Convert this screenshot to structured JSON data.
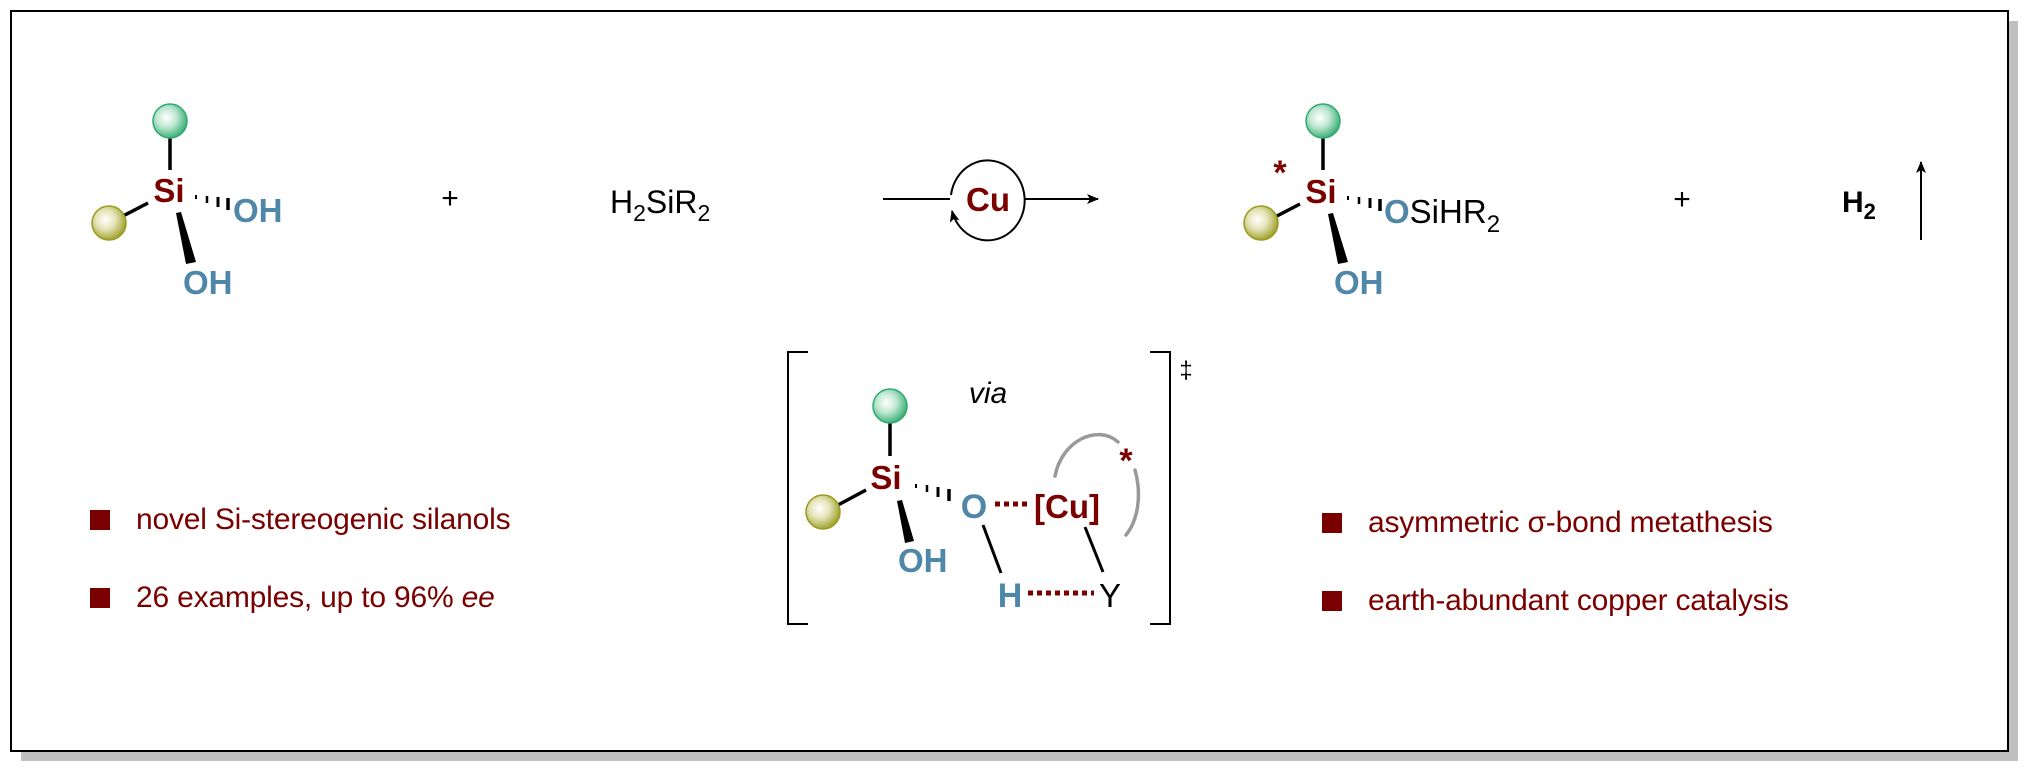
{
  "colors": {
    "silicon": "#7a0000",
    "oxygen": "#4f87a8",
    "black": "#000000",
    "bullet": "#7a0000",
    "ligand_arc": "#999999",
    "ball_green": "#2eaa6e",
    "ball_yellow": "#9a9a1e",
    "shadow": "#c0c0c0"
  },
  "scheme": {
    "reactant1": {
      "center": "Si",
      "group_right": "OH",
      "group_down": "OH"
    },
    "plus1": "+",
    "reactant2": {
      "prefix": "H",
      "sub1": "2",
      "mid": "SiR",
      "sub2": "2"
    },
    "catalyst": "Cu",
    "product": {
      "center": "Si",
      "stereo_mark": "*",
      "o_atom": "O",
      "group_tail": "SiHR",
      "group_tail_sub": "2",
      "group_down": "OH"
    },
    "plus2": "+",
    "byproduct": {
      "main": "H",
      "sub": "2",
      "gas_arrow": "up-arrow"
    }
  },
  "transition_state": {
    "via": "via",
    "double_dagger": "‡",
    "si": "Si",
    "oh": "OH",
    "o": "O",
    "cu": "[Cu]",
    "chiral_mark": "*",
    "h": "H",
    "y": "Y"
  },
  "bullets_left": [
    {
      "text": "novel Si-stereogenic silanols",
      "italic_suffix": ""
    },
    {
      "text": "26 examples, up to 96% ",
      "italic_suffix": "ee"
    }
  ],
  "bullets_right": [
    {
      "text": "asymmetric σ-bond metathesis",
      "italic_suffix": ""
    },
    {
      "text": "earth-abundant copper catalysis",
      "italic_suffix": ""
    }
  ]
}
